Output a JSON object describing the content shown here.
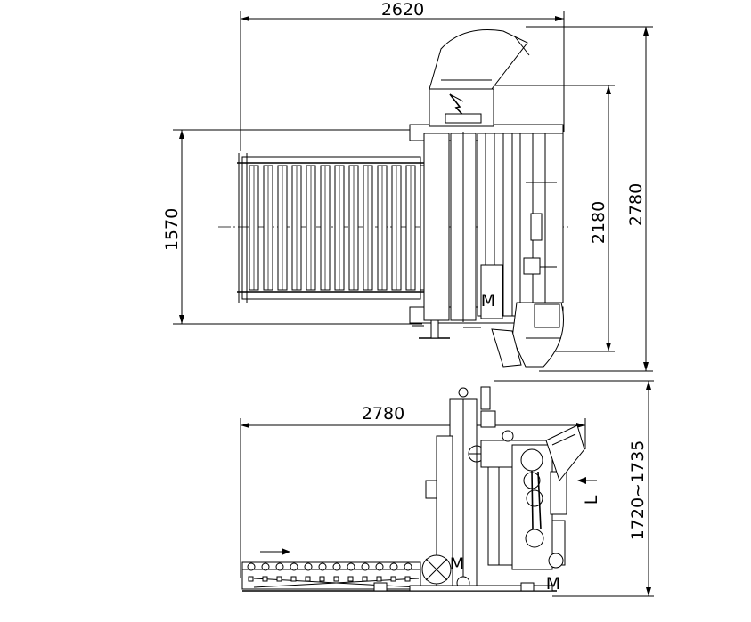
{
  "dimensions": {
    "top_width": "2620",
    "top_left_height": "1570",
    "top_inner_height": "2180",
    "top_outer_height": "2780",
    "side_width": "2780",
    "side_height": "1720~1735"
  },
  "annotations": {
    "motor_mark_top": "M",
    "motor_mark_side_1": "M",
    "motor_mark_side_2": "M",
    "exit_mark": "L"
  }
}
